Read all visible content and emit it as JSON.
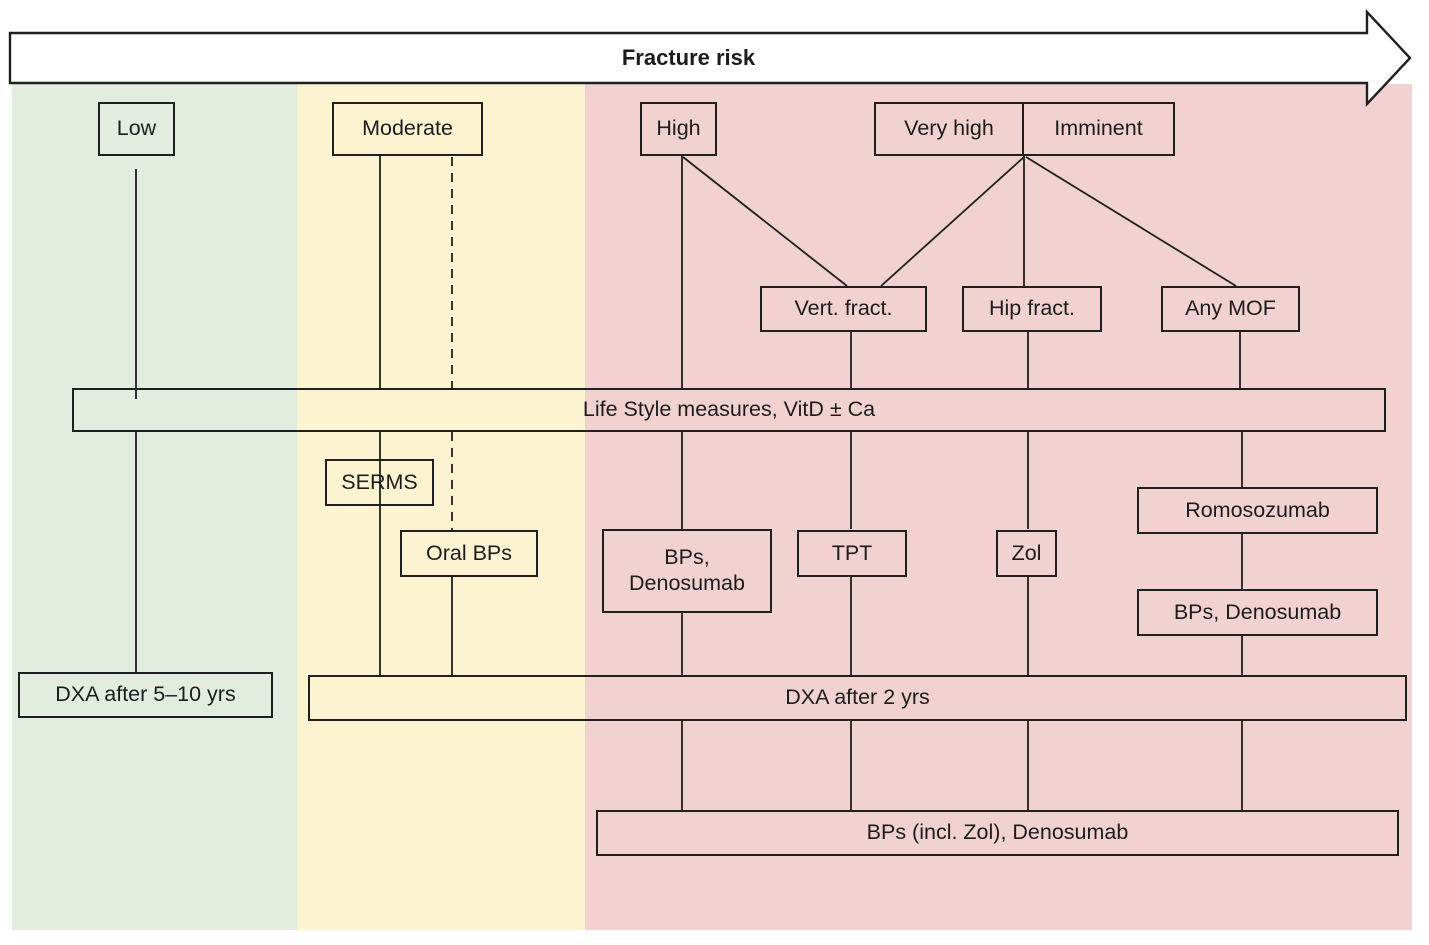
{
  "arrow": {
    "label": "Fracture risk"
  },
  "colors": {
    "zone_low": "#e2eddf",
    "zone_moderate": "#fcf3d0",
    "zone_high": "#f2d1d1",
    "line": "#1f1f1f",
    "arrow_fill": "#ffffff"
  },
  "risk_boxes": {
    "low": "Low",
    "moderate": "Moderate",
    "high": "High",
    "very_high": "Very high",
    "imminent": "Imminent"
  },
  "fracture_boxes": {
    "vert_fract": "Vert. fract.",
    "hip_fract": "Hip fract.",
    "any_mof": "Any MOF"
  },
  "bars": {
    "lifestyle": "Life Style measures, VitD ± Ca",
    "dxa_2yrs": "DXA after 2 yrs",
    "maintenance": "BPs (incl. Zol), Denosumab"
  },
  "treatment_boxes": {
    "serms": "SERMS",
    "oral_bps": "Oral BPs",
    "bps_denosumab": {
      "line1": "BPs,",
      "line2": "Denosumab"
    },
    "tpt": "TPT",
    "zol": "Zol",
    "romosozumab": "Romosozumab",
    "bps_denosumab_right": "BPs, Denosumab"
  },
  "followup_boxes": {
    "dxa_5_10yrs": "DXA after 5–10 yrs"
  }
}
